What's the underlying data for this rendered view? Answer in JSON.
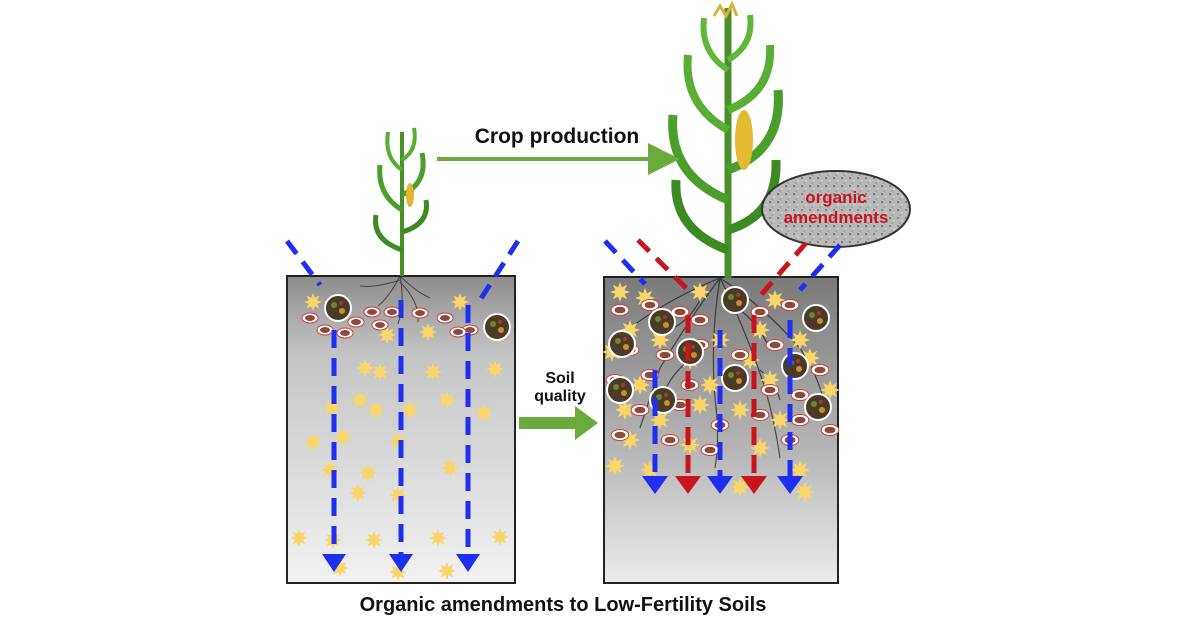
{
  "labels": {
    "crop_production": "Crop production",
    "soil_quality_line1": "Soil",
    "soil_quality_line2": "quality",
    "organic_line1": "organic",
    "organic_line2": "amendments",
    "caption": "Organic amendments to Low-Fertility Soils"
  },
  "colors": {
    "water_flow": "#1f2ef0",
    "organic_flow": "#c8141c",
    "nutrient_star": "#f8d66a",
    "arrow_green": "#6aab3c",
    "label_red": "#c8141c",
    "soil_top": "#8a8a8a",
    "soil_bottom": "#f4f4f4"
  }
}
